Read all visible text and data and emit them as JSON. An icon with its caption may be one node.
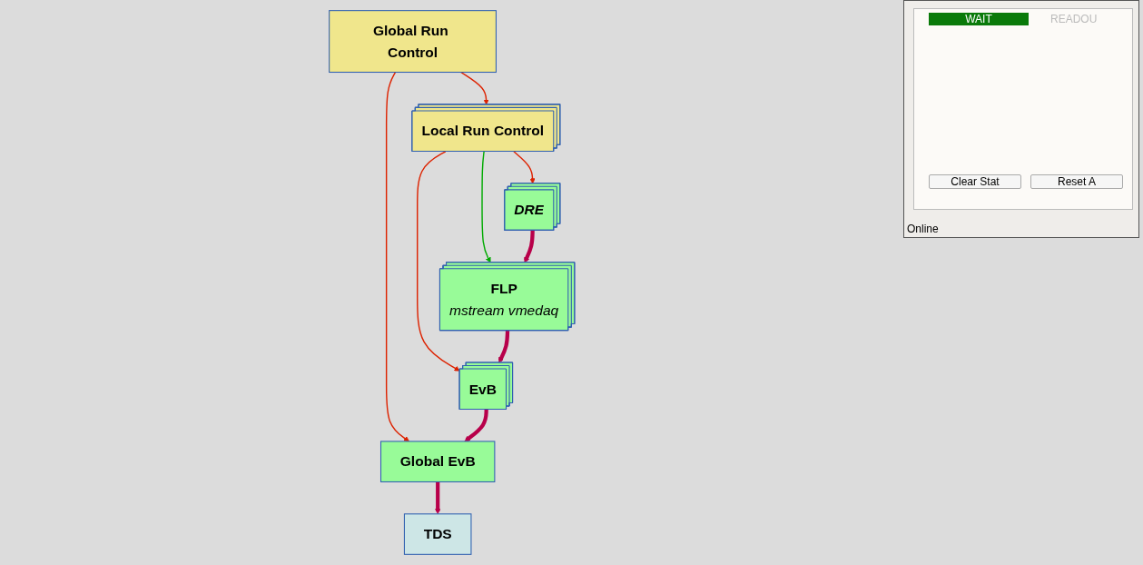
{
  "diagram": {
    "nodes": [
      {
        "text": [
          "Global Run Control"
        ]
      },
      {
        "text": [
          "Local Run Control"
        ]
      },
      {
        "text": [
          "Global EvB"
        ]
      },
      {
        "text": [
          "TDS"
        ]
      },
      {
        "text": [
          "DRE"
        ]
      },
      {
        "text": [
          "FLP",
          "mstream vmedaq"
        ]
      },
      {
        "text": [
          "EvB"
        ]
      }
    ],
    "edges": [
      {
        "from": 0,
        "to": 1,
        "arrow": "to",
        "color": "#dd2200"
      },
      {
        "from": 0,
        "to": 2,
        "arrow": "to",
        "color": "#dd2200"
      },
      {
        "from": 1,
        "to": 4,
        "arrow": "to",
        "color": "#dd2200"
      },
      {
        "from": 1,
        "to": 5,
        "arrow": "to",
        "color": "#00aa00"
      },
      {
        "from": 1,
        "to": 6,
        "arrow": "to",
        "color": "#dd2200"
      },
      {
        "from": 4,
        "to": 5,
        "arrow": "to",
        "style": "thick",
        "color": "#b8004a"
      },
      {
        "from": 5,
        "to": 6,
        "arrow": "to",
        "style": "thick",
        "color": "#b8004a"
      },
      {
        "from": 6,
        "to": 2,
        "arrow": "to",
        "style": "thick",
        "color": "#b8004a"
      },
      {
        "from": 2,
        "to": 3,
        "arrow": "to",
        "style": "thick",
        "color": "#b8004a"
      }
    ],
    "labels": [
      "WAIT",
      "READOU",
      "Clear Stat",
      "Reset A",
      "Online"
    ]
  }
}
